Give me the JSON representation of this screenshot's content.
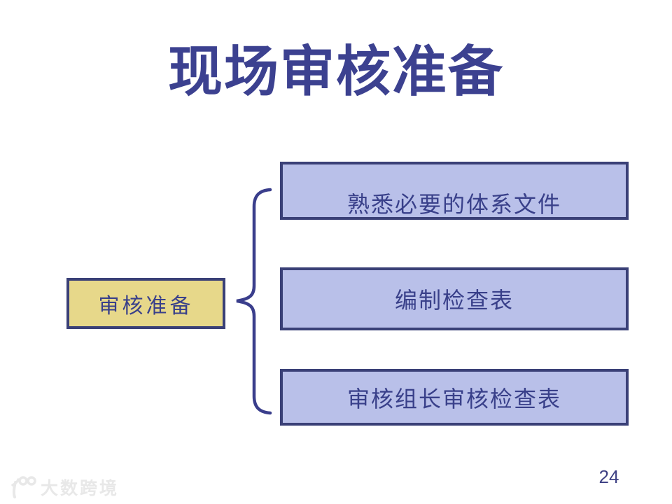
{
  "slide": {
    "title": "现场审核准备",
    "page_number": "24",
    "watermark_text": "大数跨境"
  },
  "diagram": {
    "root": {
      "label": "审核准备"
    },
    "children": [
      {
        "label": "熟悉必要的体系文件"
      },
      {
        "label": "编制检查表"
      },
      {
        "label": "审核组长审核检查表"
      }
    ]
  },
  "colors": {
    "title": "#3C4190",
    "box_fill": "#B9C0E9",
    "box_border": "#3A4077",
    "root_fill": "#E7D88A",
    "box_text": "#39408A",
    "brace": "#3A3E8C",
    "watermark": "#E8E8E8",
    "page": "#3F4285"
  }
}
